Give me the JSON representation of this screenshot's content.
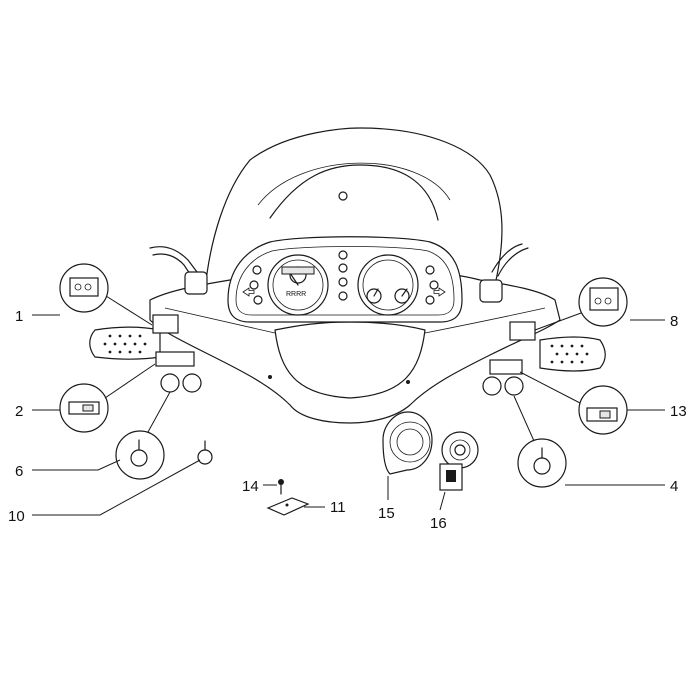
{
  "diagram": {
    "dash_text": "RRRR",
    "callouts": [
      {
        "id": "1",
        "label": "1"
      },
      {
        "id": "2",
        "label": "2"
      },
      {
        "id": "6",
        "label": "6"
      },
      {
        "id": "10",
        "label": "10"
      },
      {
        "id": "8",
        "label": "8"
      },
      {
        "id": "13",
        "label": "13"
      },
      {
        "id": "4",
        "label": "4"
      },
      {
        "id": "14",
        "label": "14"
      },
      {
        "id": "11",
        "label": "11"
      },
      {
        "id": "15",
        "label": "15"
      },
      {
        "id": "16",
        "label": "16"
      }
    ]
  }
}
